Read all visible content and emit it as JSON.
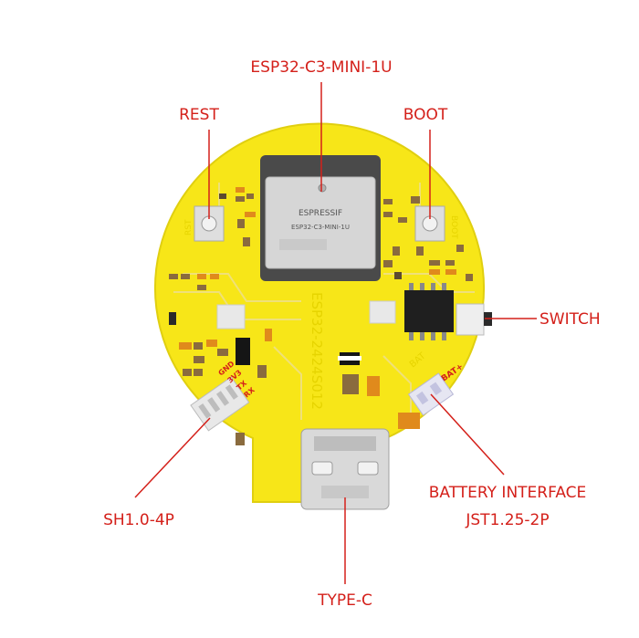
{
  "callouts": {
    "module": "ESP32-C3-MINI-1U",
    "rest": "REST",
    "boot": "BOOT",
    "switch": "SWITCH",
    "battery_line1": "BATTERY INTERFACE",
    "battery_line2": "JST1.25-2P",
    "sh": "SH1.0-4P",
    "typec": "TYPE-C"
  },
  "board": {
    "module_brand": "ESPRESSIF",
    "module_model": "ESP32-C3-MINI-1U",
    "board_name": "ESP32-2424S012",
    "rst_silk": "RST",
    "boot_silk": "BOOT",
    "bat_silk": "BAT",
    "bat_badge": "BAT+",
    "gnd_silk": "GND",
    "vcc_silk": "3V3",
    "tx_silk": "TX",
    "rx_silk": "RX"
  },
  "colors": {
    "callout": "#d4201a",
    "pcb": "#f7e618",
    "pcb_edge": "#e0cf10",
    "trace": "#efe07a",
    "module": "#4a4a4a"
  }
}
